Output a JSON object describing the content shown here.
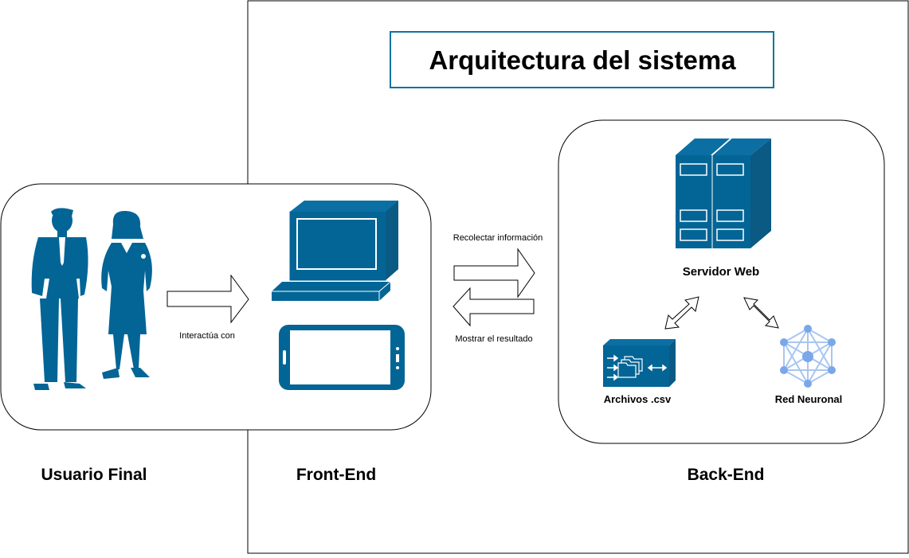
{
  "title": "Arquitectura del sistema",
  "sections": {
    "user": "Usuario Final",
    "frontend": "Front-End",
    "backend": "Back-End"
  },
  "labels": {
    "interact": "Interactúa con",
    "collect": "Recolectar información",
    "show": "Mostrar el resultado",
    "server": "Servidor Web",
    "csv": "Archivos .csv",
    "nn": "Red Neuronal"
  },
  "icons": {
    "user": "business-people-icon",
    "desktop": "desktop-computer-icon",
    "mobile": "smartphone-icon",
    "server": "server-rack-icon",
    "csv": "file-storage-icon",
    "nn": "neural-network-icon"
  },
  "colors": {
    "primary": "#036596",
    "title_border": "#10739e",
    "nn_node": "#7ba7e8",
    "nn_line": "#a8c6f0",
    "outline": "#000000"
  }
}
